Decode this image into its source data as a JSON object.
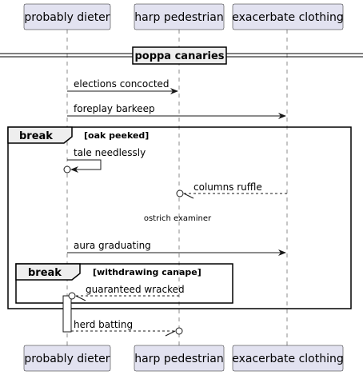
{
  "participants": [
    {
      "id": "p1",
      "label": "probably dieter"
    },
    {
      "id": "p2",
      "label": "harp pedestrian"
    },
    {
      "id": "p3",
      "label": "exacerbate clothing"
    }
  ],
  "divider": {
    "label": "poppa canaries"
  },
  "messages": [
    {
      "id": "m1",
      "label": "elections concocted",
      "style": "solid"
    },
    {
      "id": "m2",
      "label": "foreplay barkeep",
      "style": "solid"
    },
    {
      "id": "m3",
      "label": "tale needlessly",
      "style": "solid-self"
    },
    {
      "id": "m4",
      "label": "columns ruffle",
      "style": "dashed"
    },
    {
      "id": "m5",
      "label": "aura graduating",
      "style": "solid"
    },
    {
      "id": "m6",
      "label": "guaranteed wracked",
      "style": "dashed"
    },
    {
      "id": "m7",
      "label": "herd batting",
      "style": "dashed"
    }
  ],
  "delay": {
    "label": "ostrich examiner"
  },
  "frames": [
    {
      "id": "f1",
      "keyword": "break",
      "guard": "[oak peeked]"
    },
    {
      "id": "f2",
      "keyword": "break",
      "guard": "[withdrawing canape]"
    }
  ]
}
